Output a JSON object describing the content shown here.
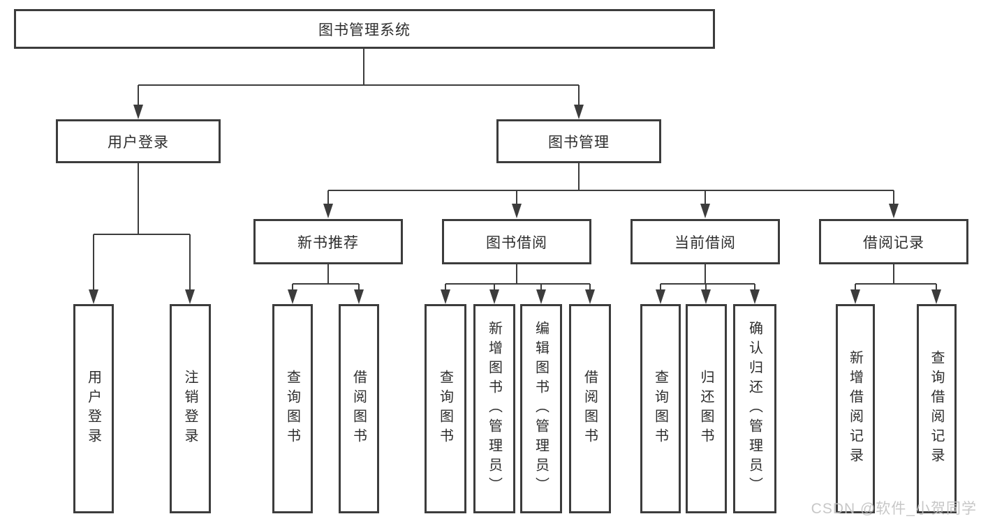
{
  "colors": {
    "line": "#3c3c3c",
    "text": "#2d2d2d",
    "background": "#ffffff",
    "watermark_color": "#c2c2c2"
  },
  "watermark": {
    "text": "CSDN @软件_小贺同学"
  },
  "root": {
    "label": "图书管理系统",
    "children": [
      {
        "label": "用户登录",
        "children": [
          {
            "label": "用户登录"
          },
          {
            "label": "注销登录"
          }
        ]
      },
      {
        "label": "图书管理",
        "children": [
          {
            "label": "新书推荐",
            "children": [
              {
                "label": "查询图书"
              },
              {
                "label": "借阅图书"
              }
            ]
          },
          {
            "label": "图书借阅",
            "children": [
              {
                "label": "查询图书"
              },
              {
                "label": "新增图书（管理员）"
              },
              {
                "label": "编辑图书（管理员）"
              },
              {
                "label": "借阅图书"
              }
            ]
          },
          {
            "label": "当前借阅",
            "children": [
              {
                "label": "查询图书"
              },
              {
                "label": "归还图书"
              },
              {
                "label": "确认归还（管理员）"
              }
            ]
          },
          {
            "label": "借阅记录",
            "children": [
              {
                "label": "新增借阅记录"
              },
              {
                "label": "查询借阅记录"
              }
            ]
          }
        ]
      }
    ]
  }
}
